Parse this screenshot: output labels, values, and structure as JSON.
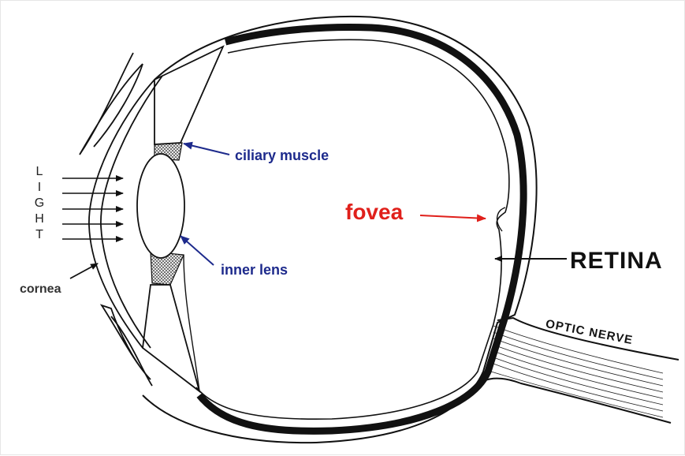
{
  "labels": {
    "light_letters": [
      "L",
      "I",
      "G",
      "H",
      "T"
    ],
    "ciliary_muscle": "ciliary muscle",
    "inner_lens": "inner lens",
    "fovea": "fovea",
    "cornea": "cornea",
    "retina": "RETINA",
    "optic_nerve": "OPTIC NERVE"
  },
  "colors": {
    "ciliary_label": "#1d2a8c",
    "inner_lens_label": "#1d2a8c",
    "fovea_label": "#e0201b",
    "cornea_label": "#333333",
    "retina_label": "#111111",
    "line": "#111111"
  }
}
